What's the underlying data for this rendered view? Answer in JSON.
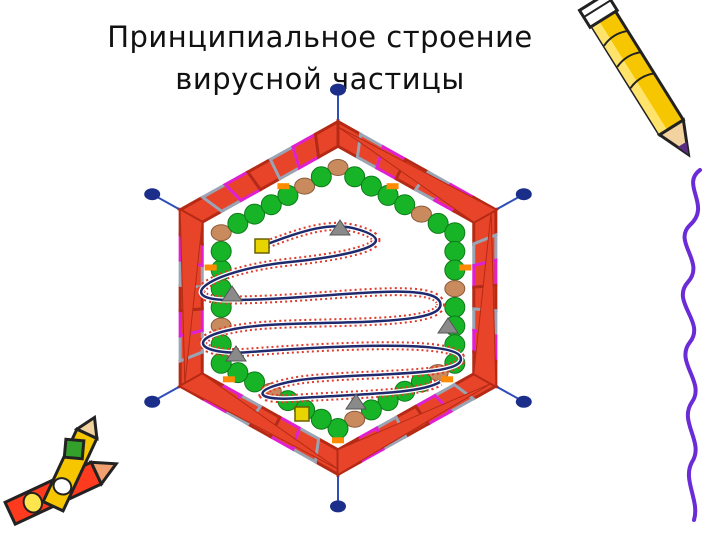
{
  "slide": {
    "title_line1": "Принципиальное строение",
    "title_line2": "вирусной частицы"
  },
  "diagram": {
    "subject": "virus-particle",
    "colors": {
      "capsid": "#e8442a",
      "capsid_dark": "#b52a15",
      "capsid_gap": "#9aa4b4",
      "spike_stalk": "#2e4fb8",
      "spike_knob": "#1b2f8a",
      "pink_marker": "#e020d0",
      "green_protein": "#18b428",
      "brown_protein": "#c98a5e",
      "orange_protein": "#ff8a00",
      "nucleic_acid": "#1f2b6e",
      "nucleic_dots": "#e03a2a",
      "triangle": "#8a8a8a",
      "square": "#e8d400"
    }
  },
  "decor": {
    "pencil_icon": "pencil",
    "crayon_icon": "crayons",
    "squiggle": "purple-wavy-line"
  }
}
